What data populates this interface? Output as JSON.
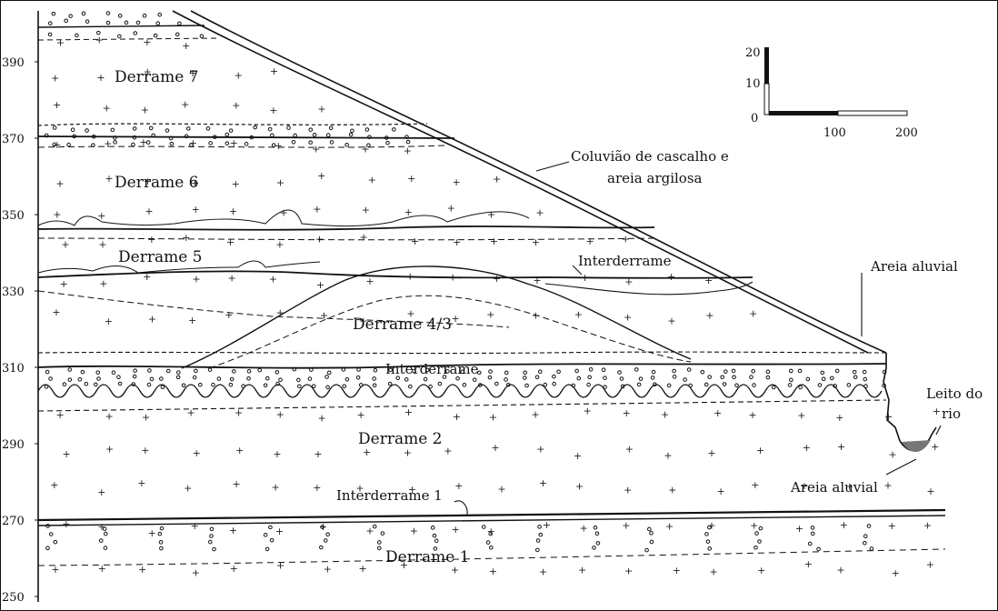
{
  "y_axis": {
    "ticks": [
      "390",
      "370",
      "350",
      "330",
      "310",
      "290",
      "270",
      "250"
    ]
  },
  "scale_bar": {
    "vertical": [
      "20",
      "10",
      "0"
    ],
    "horizontal": [
      "100",
      "200"
    ]
  },
  "layers": {
    "derrame_7": "Derrame 7",
    "derrame_6": "Derrame 6",
    "derrame_5": "Derrame 5",
    "derrame_43": "Derrame 4/3",
    "derrame_2": "Derrame 2",
    "derrame_1": "Derrame 1",
    "interderrame_upper": "Interderrame",
    "interderrame_mid": "Interderrame",
    "interderrame_1": "Interderrame 1"
  },
  "annotations": {
    "coluviao_line1": "Coluvião de cascalho e",
    "coluviao_line2": "areia argilosa",
    "areia_aluvial_top": "Areia aluvial",
    "leito_line1": "Leito do",
    "leito_line2": "rio",
    "areia_aluvial_bottom": "Areia aluvial"
  },
  "colors": {
    "ink": "#111111",
    "paper": "#ffffff"
  }
}
